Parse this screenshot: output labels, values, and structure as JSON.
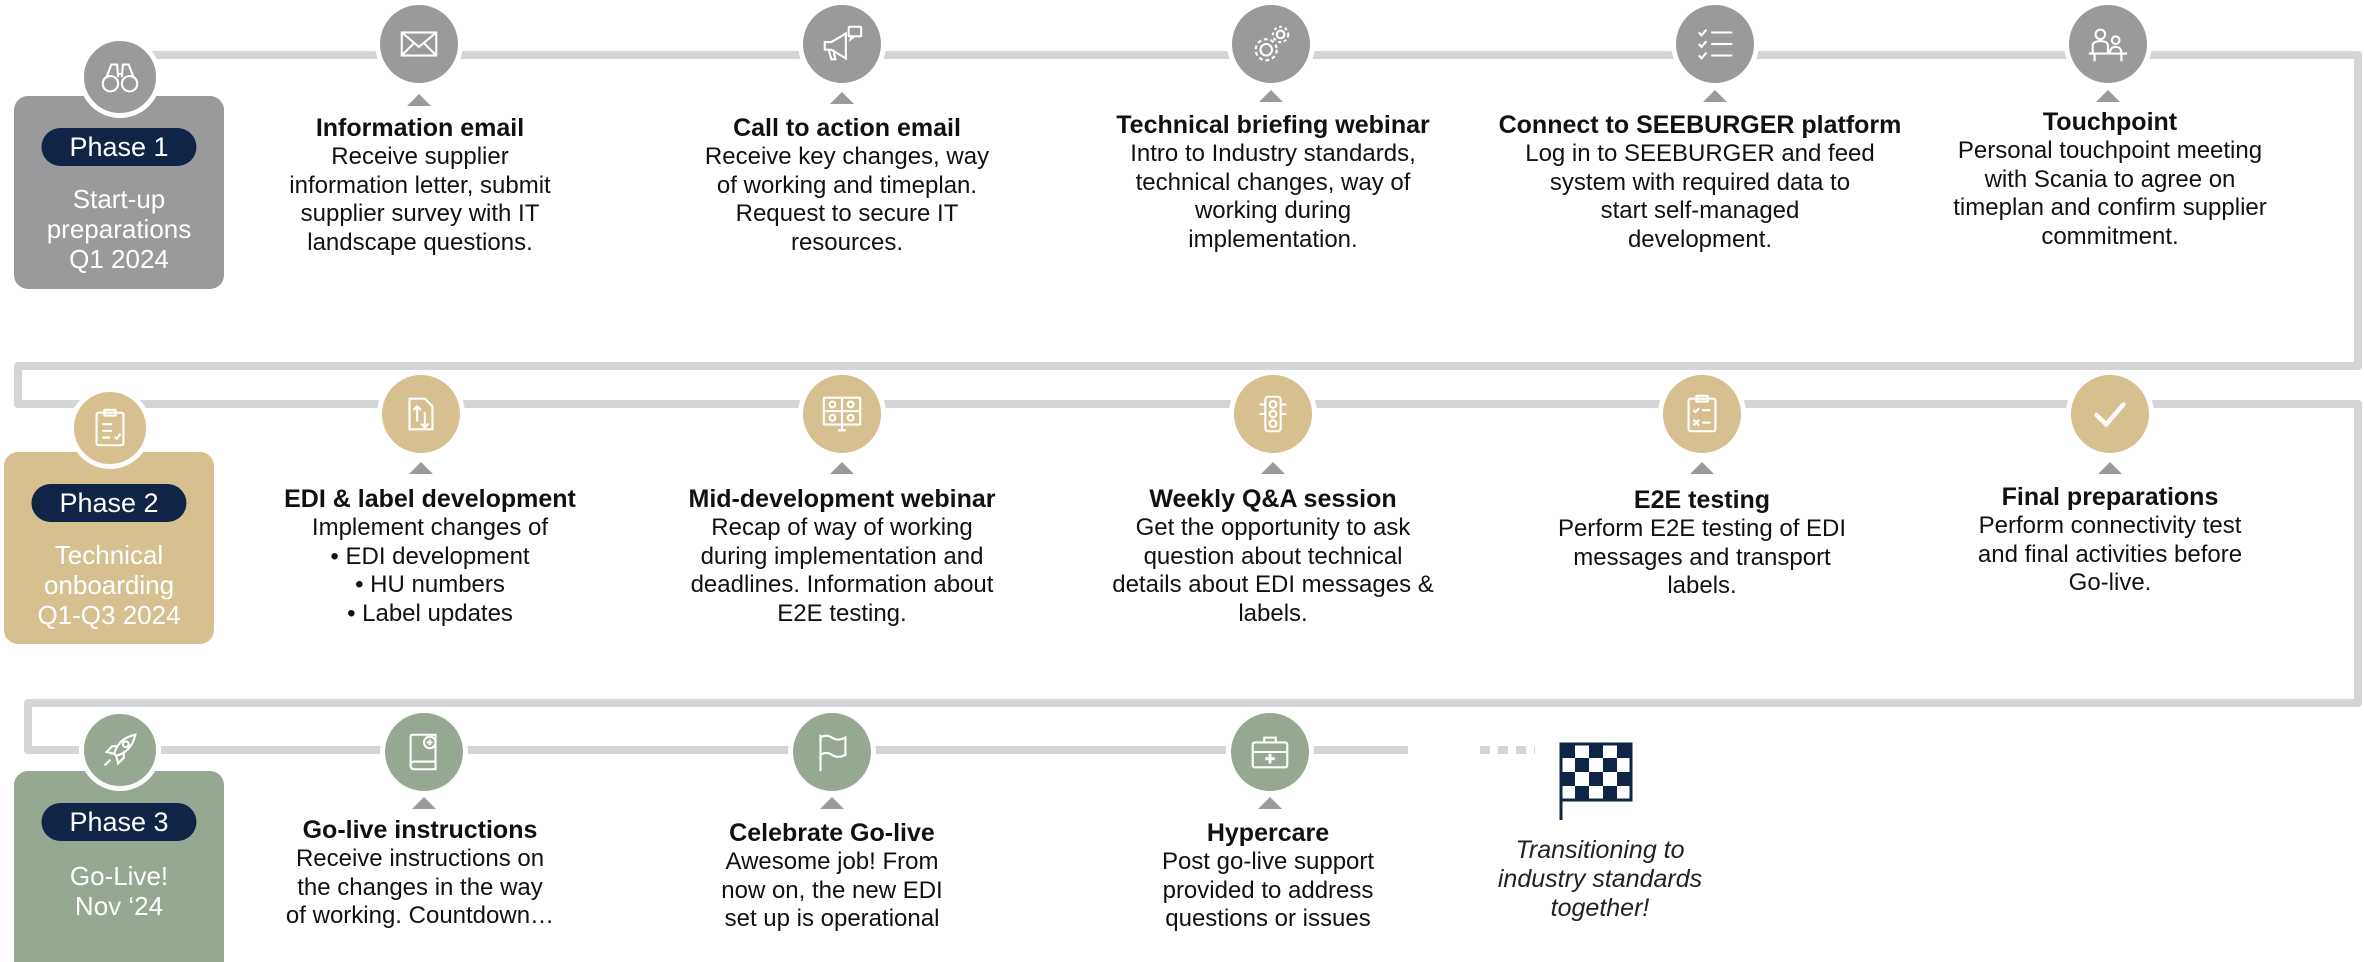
{
  "colors": {
    "phase1": "#9a9a9c",
    "phase2": "#d7c08f",
    "phase3": "#97a892",
    "line": "#d4d5d6",
    "badge": "#0f2447"
  },
  "phases": [
    {
      "badge": "Phase 1",
      "lines": [
        "Start-up",
        "preparations",
        "Q1 2024"
      ],
      "icon": "binoculars-icon"
    },
    {
      "badge": "Phase 2",
      "lines": [
        "Technical",
        "onboarding",
        "Q1-Q3 2024"
      ],
      "icon": "clipboard-checklist-icon"
    },
    {
      "badge": "Phase 3",
      "lines": [
        "Go-Live!",
        "Nov ‘24"
      ],
      "icon": "rocket-icon"
    }
  ],
  "steps": [
    [
      {
        "title": "Information email",
        "desc": [
          "Receive supplier",
          "information letter, submit",
          "supplier survey with IT",
          "landscape questions."
        ],
        "icon": "envelope-icon"
      },
      {
        "title": "Call to action email",
        "desc": [
          "Receive key changes, way",
          "of working and timeplan.",
          "Request to secure IT",
          "resources."
        ],
        "icon": "megaphone-icon"
      },
      {
        "title": "Technical briefing webinar",
        "desc": [
          "Intro to Industry standards,",
          "technical changes, way of",
          "working during",
          "implementation."
        ],
        "icon": "gears-icon"
      },
      {
        "title": "Connect to SEEBURGER platform",
        "desc": [
          "Log in to SEEBURGER and feed",
          "system with required data to",
          "start self-managed",
          "development."
        ],
        "icon": "checklist-icon"
      },
      {
        "title": "Touchpoint",
        "desc": [
          "Personal touchpoint meeting",
          "with Scania to agree on",
          "timeplan and confirm supplier",
          "commitment."
        ],
        "icon": "meeting-icon"
      }
    ],
    [
      {
        "title": "EDI & label development",
        "desc": [
          "Implement changes of",
          "• EDI development",
          "• HU numbers",
          "• Label updates"
        ],
        "icon": "document-exchange-icon"
      },
      {
        "title": "Mid-development webinar",
        "desc": [
          "Recap of way of working",
          "during implementation and",
          "deadlines. Information about",
          "E2E testing."
        ],
        "icon": "video-conference-icon"
      },
      {
        "title": "Weekly Q&A session",
        "desc": [
          "Get the opportunity to ask",
          "question about technical",
          "details about EDI messages &",
          "labels."
        ],
        "icon": "traffic-light-icon"
      },
      {
        "title": "E2E testing",
        "desc": [
          "Perform E2E testing of EDI",
          "messages and transport",
          "labels."
        ],
        "icon": "clipboard-test-icon"
      },
      {
        "title": "Final preparations",
        "desc": [
          "Perform connectivity test",
          "and final activities before",
          "Go-live."
        ],
        "icon": "checkmark-icon"
      }
    ],
    [
      {
        "title": "Go-live instructions",
        "desc": [
          "Receive instructions on",
          "the changes in the way",
          "of working. Countdown…"
        ],
        "icon": "manual-icon"
      },
      {
        "title": "Celebrate Go-live",
        "desc": [
          "Awesome job! From",
          "now on, the new EDI",
          "set up is operational"
        ],
        "icon": "flag-icon"
      },
      {
        "title": "Hypercare",
        "desc": [
          "Post go-live support",
          "provided to address",
          "questions or issues"
        ],
        "icon": "first-aid-kit-icon"
      }
    ]
  ],
  "finale": {
    "icon": "checkered-flag-icon",
    "lines": [
      "Transitioning to",
      "industry standards",
      "together!"
    ]
  }
}
